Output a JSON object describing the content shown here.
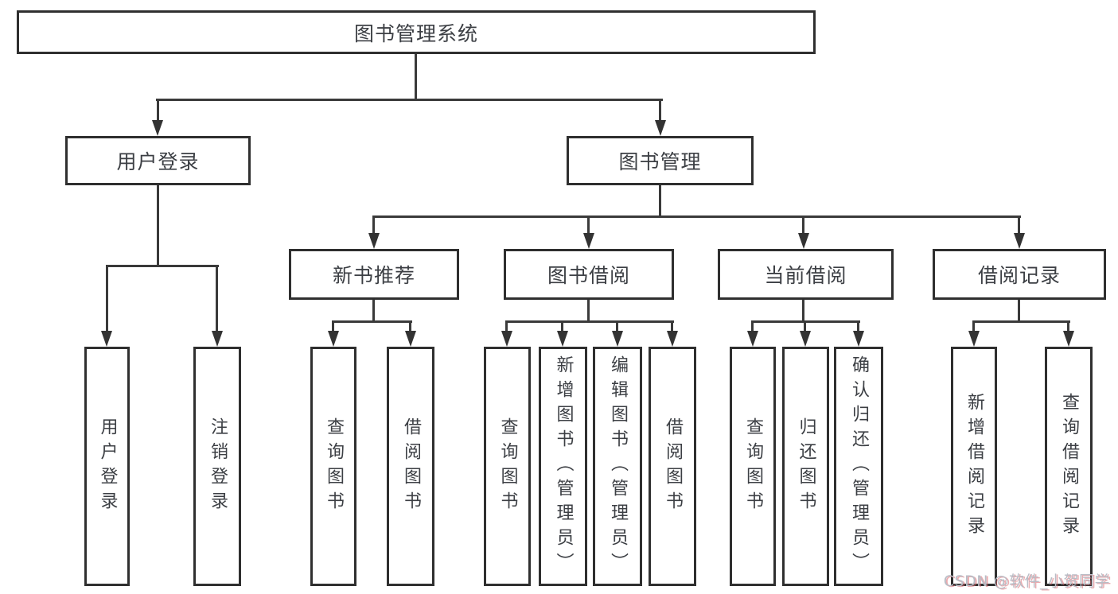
{
  "tree": {
    "root": "图书管理系统",
    "user": {
      "label": "用户登录",
      "children": [
        "用户登录",
        "注销登录"
      ]
    },
    "mgmt": {
      "label": "图书管理",
      "groups": [
        {
          "label": "新书推荐",
          "children": [
            "查询图书",
            "借阅图书"
          ]
        },
        {
          "label": "图书借阅",
          "children": [
            "查询图书",
            "新增图书（管理员）",
            "编辑图书（管理员）",
            "借阅图书"
          ]
        },
        {
          "label": "当前借阅",
          "children": [
            "查询图书",
            "归还图书",
            "确认归还（管理员）"
          ]
        },
        {
          "label": "借阅记录",
          "children": [
            "新增借阅记录",
            "查询借阅记录"
          ]
        }
      ]
    }
  },
  "watermark": "CSDN @软件_小贺同学",
  "colors": {
    "line": "#3a3a3a",
    "box_border": "#2f2f2f",
    "text": "#3c3f44",
    "background": "#ffffff",
    "watermark_gray": "#b9bdc6",
    "watermark_red": "#d9666d"
  }
}
